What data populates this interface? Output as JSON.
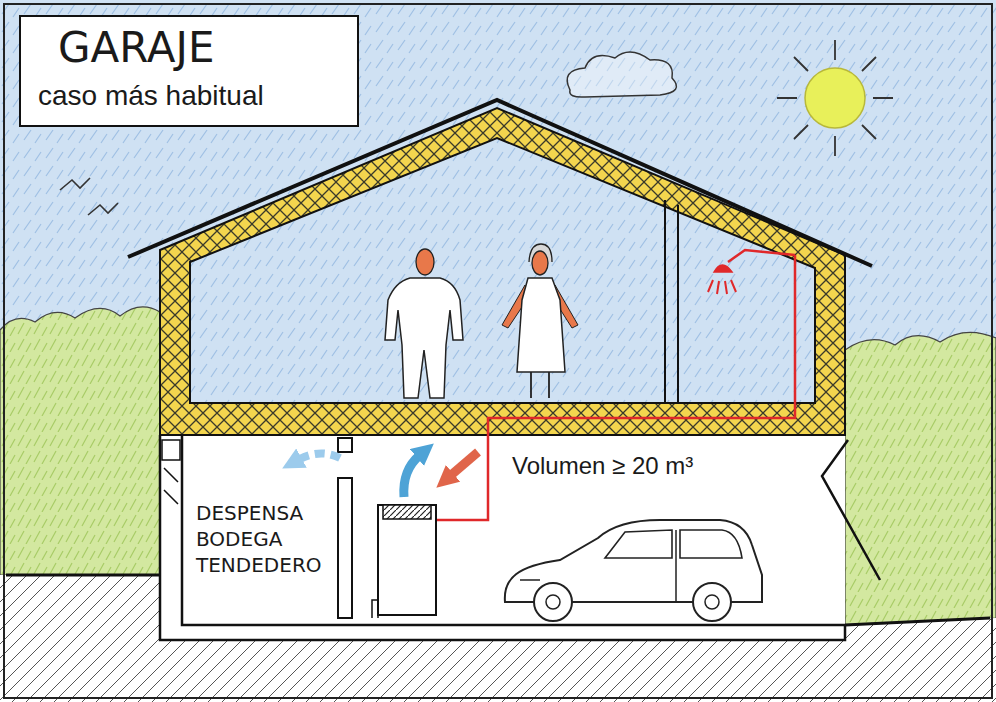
{
  "diagram": {
    "title": "GARAJE",
    "labels": [
      "caso más habitual",
      "DESPENSA BODEGA TENDEDERO",
      "Volumen ≥ 20 m³"
    ]
  }
}
